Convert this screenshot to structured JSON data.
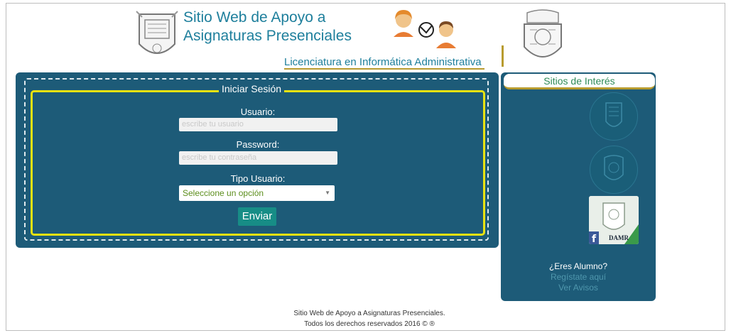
{
  "header": {
    "title_line1": "Sitio Web de Apoyo a",
    "title_line2": "Asignaturas Presenciales",
    "subtitle": "Licenciatura en Informática Administrativa"
  },
  "login": {
    "legend": "Iniciar Sesión",
    "user_label": "Usuario:",
    "user_placeholder": "escribe tu usuario",
    "password_label": "Password:",
    "password_placeholder": "escribe tu contraseña",
    "type_label": "Tipo Usuario:",
    "type_selected": "Seleccione un opción",
    "submit": "Enviar"
  },
  "sidebar": {
    "title": "Sitios de Interés",
    "fb_label": "DAMR",
    "student_q": "¿Eres Alumno?",
    "register": "Regístate aquí",
    "notices": "Ver Avisos"
  },
  "footer": {
    "line1": "Sitio Web de Apoyo a Asignaturas Presenciales.",
    "line2": "Todos los derechos reservados 2016 © ®"
  },
  "colors": {
    "panel": "#1d5b78",
    "accent": "#e8e212",
    "title": "#1e7f9c",
    "button": "#178d86"
  }
}
